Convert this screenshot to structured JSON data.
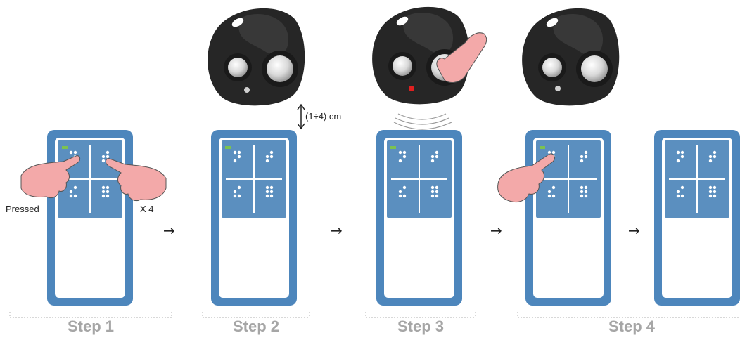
{
  "steps": [
    {
      "label": "Step 1"
    },
    {
      "label": "Step 2"
    },
    {
      "label": "Step 3"
    },
    {
      "label": "Step 4"
    }
  ],
  "annotations": {
    "pressed": "Pressed",
    "repeat": "X 4",
    "distance": "(1÷4) cm"
  },
  "arrow_glyph": "→",
  "colors": {
    "device_frame": "#4d86bc",
    "screen_blue": "#5b8fbf",
    "led_green": "#7cc251",
    "remote_body": "#2a2a2a",
    "remote_led_active": "#e02020",
    "finger": "#f3a9a9",
    "label_gray": "#a6a6a6"
  },
  "icons": [
    "phone-device-icon",
    "remote-fob-icon",
    "pointing-hand-icon",
    "vibration-waves-icon"
  ]
}
